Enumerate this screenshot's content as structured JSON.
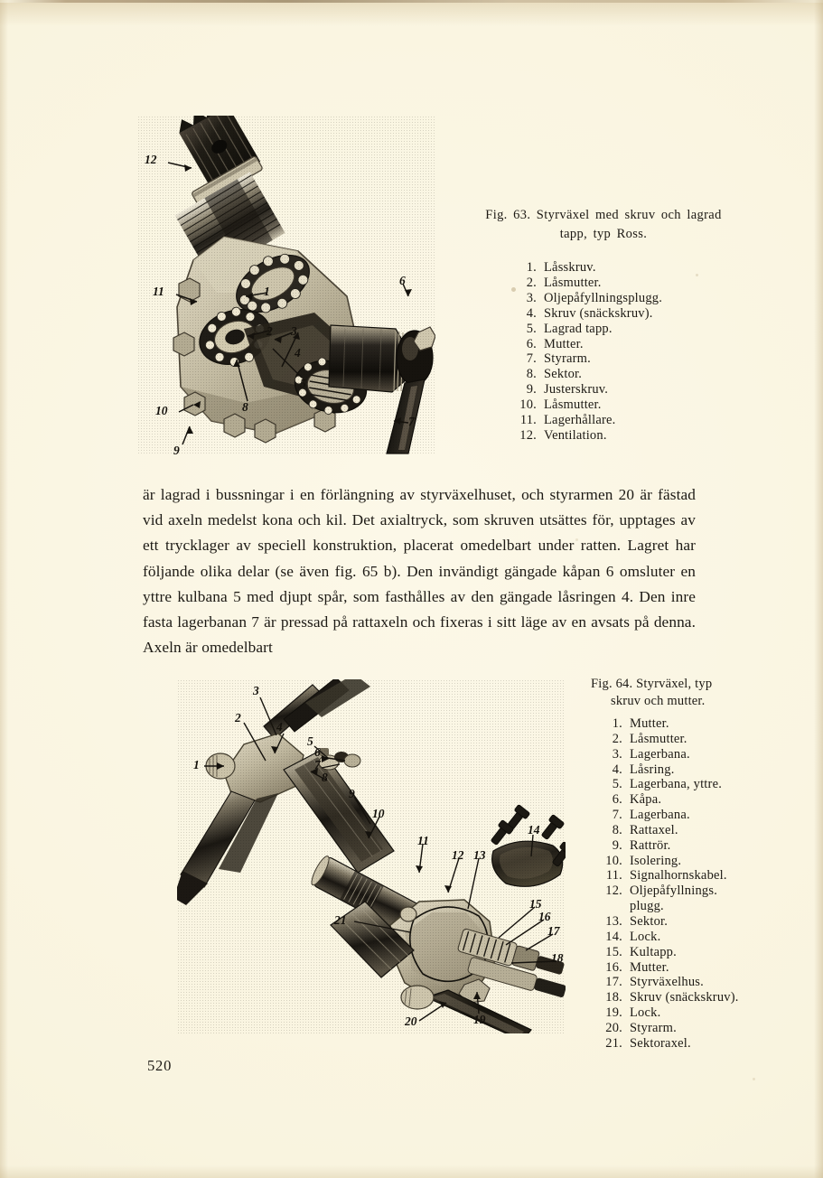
{
  "page": {
    "number": "520",
    "paper_color": "#f8f3de",
    "ink_color": "#1d1a15"
  },
  "figure_63": {
    "caption_line_1": "Fig. 63.  Styrväxel med skruv och lagrad",
    "caption_line_2": "tapp, typ Ross.",
    "illustration_alt": "Halftone cutaway drawing of a Ross type steering gear with screw and bearing stud",
    "callouts": [
      "1",
      "2",
      "3",
      "4",
      "5",
      "6",
      "7",
      "8",
      "9",
      "10",
      "11",
      "12"
    ],
    "items": [
      {
        "num": "1.",
        "label": "Låsskruv."
      },
      {
        "num": "2.",
        "label": "Låsmutter."
      },
      {
        "num": "3.",
        "label": "Oljepåfyllningsplugg."
      },
      {
        "num": "4.",
        "label": "Skruv (snäckskruv)."
      },
      {
        "num": "5.",
        "label": "Lagrad tapp."
      },
      {
        "num": "6.",
        "label": "Mutter."
      },
      {
        "num": "7.",
        "label": "Styrarm."
      },
      {
        "num": "8.",
        "label": "Sektor."
      },
      {
        "num": "9.",
        "label": "Justerskruv."
      },
      {
        "num": "10.",
        "label": "Låsmutter."
      },
      {
        "num": "11.",
        "label": "Lagerhållare."
      },
      {
        "num": "12.",
        "label": "Ventilation."
      }
    ]
  },
  "body": {
    "paragraph": "är lagrad i bussningar i en förlängning av styrväxelhuset, och styrarmen 20 är fästad vid axeln medelst kona och kil. Det axialtryck, som skruven utsättes för, upptages av ett trycklager av speciell konstruktion, placerat omedelbart under ratten. Lagret har följande olika delar (se även fig. 65 b). Den invändigt gängade kåpan 6 omsluter en yttre kulbana 5 med djupt spår, som fasthålles av den gängade låsringen 4. Den inre fasta lagerbanan 7 är pressad på rattaxeln och fixeras i sitt läge av en avsats på denna. Axeln är omedelbart"
  },
  "figure_64": {
    "caption_line_1": "Fig. 64.  Styrväxel, typ",
    "caption_line_2": "skruv och mutter.",
    "illustration_alt": "Exploded halftone drawing of a screw-and-nut type steering gear assembly",
    "callouts": [
      "1",
      "2",
      "3",
      "4",
      "5",
      "6",
      "7",
      "8",
      "9",
      "10",
      "11",
      "12",
      "13",
      "14",
      "15",
      "16",
      "17",
      "18",
      "19",
      "20",
      "21"
    ],
    "items": [
      {
        "num": "1.",
        "label": "Mutter."
      },
      {
        "num": "2.",
        "label": "Låsmutter."
      },
      {
        "num": "3.",
        "label": "Lagerbana."
      },
      {
        "num": "4.",
        "label": "Låsring."
      },
      {
        "num": "5.",
        "label": "Lagerbana, yttre."
      },
      {
        "num": "6.",
        "label": "Kåpa."
      },
      {
        "num": "7.",
        "label": "Lagerbana."
      },
      {
        "num": "8.",
        "label": "Rattaxel."
      },
      {
        "num": "9.",
        "label": "Rattrör."
      },
      {
        "num": "10.",
        "label": "Isolering."
      },
      {
        "num": "11.",
        "label": "Signalhornskabel."
      },
      {
        "num": "12.",
        "label": "Oljepåfyllnings.",
        "continuation": "plugg."
      },
      {
        "num": "13.",
        "label": "Sektor."
      },
      {
        "num": "14.",
        "label": "Lock."
      },
      {
        "num": "15.",
        "label": "Kultapp."
      },
      {
        "num": "16.",
        "label": "Mutter."
      },
      {
        "num": "17.",
        "label": "Styrväxelhus."
      },
      {
        "num": "18.",
        "label": "Skruv (snäckskruv)."
      },
      {
        "num": "19.",
        "label": "Lock."
      },
      {
        "num": "20.",
        "label": "Styrarm."
      },
      {
        "num": "21.",
        "label": "Sektoraxel."
      }
    ]
  }
}
